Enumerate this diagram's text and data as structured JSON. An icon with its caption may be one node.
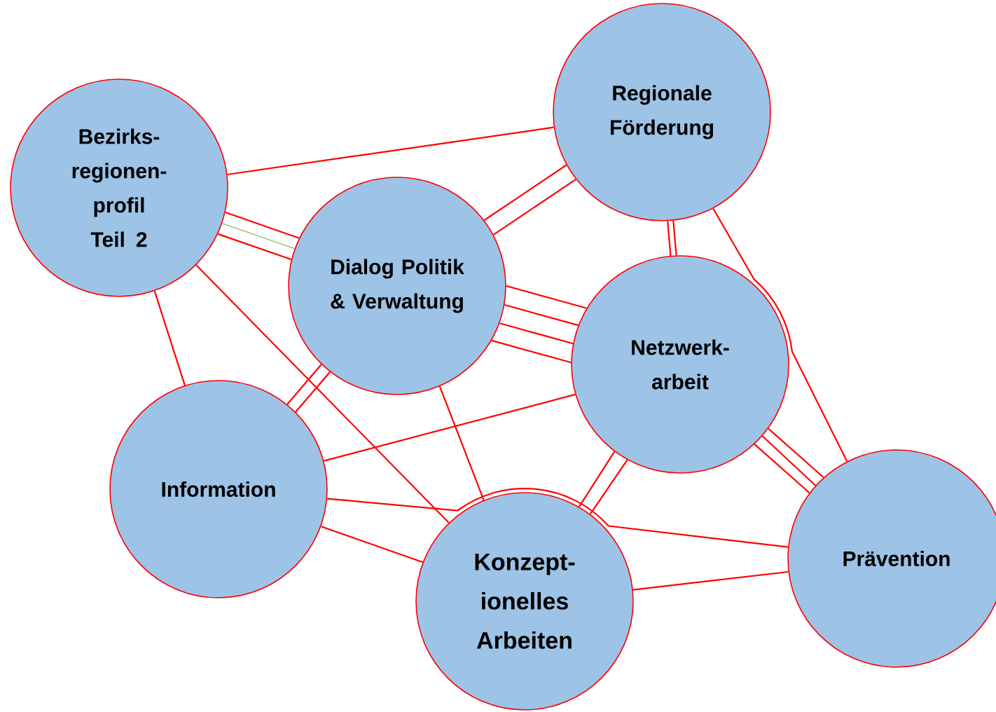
{
  "diagram": {
    "nodes": [
      {
        "text": [
          "Bezirks- regionen- profil Teil 2"
        ]
      },
      {
        "text": [
          "Regionale Förderung"
        ]
      },
      {
        "text": [
          "Dialog Politik & Verwaltung"
        ]
      },
      {
        "text": [
          "Netzwerk- arbeit"
        ]
      },
      {
        "text": [
          "Information"
        ]
      },
      {
        "text": [
          "Konzept- ionelles Arbeiten"
        ]
      },
      {
        "text": [
          "Prävention"
        ]
      }
    ],
    "edges": [
      {
        "from": 0,
        "to": 1,
        "arrow": "none"
      },
      {
        "from": 0,
        "to": 2,
        "arrow": "none"
      },
      {
        "from": 0,
        "to": 2,
        "arrow": "none",
        "color": "#70ad47"
      },
      {
        "from": 0,
        "to": 2,
        "arrow": "none"
      },
      {
        "from": 0,
        "to": 5,
        "arrow": "none"
      },
      {
        "from": 0,
        "to": 4,
        "arrow": "none"
      },
      {
        "from": 1,
        "to": 2,
        "arrow": "none"
      },
      {
        "from": 1,
        "to": 2,
        "arrow": "none"
      },
      {
        "from": 1,
        "to": 3,
        "arrow": "none"
      },
      {
        "from": 1,
        "to": 3,
        "arrow": "none"
      },
      {
        "from": 1,
        "to": 6,
        "arrow": "none"
      },
      {
        "from": 2,
        "to": 3,
        "arrow": "none"
      },
      {
        "from": 2,
        "to": 3,
        "arrow": "none"
      },
      {
        "from": 2,
        "to": 3,
        "arrow": "none"
      },
      {
        "from": 2,
        "to": 3,
        "arrow": "none"
      },
      {
        "from": 2,
        "to": 4,
        "arrow": "none"
      },
      {
        "from": 2,
        "to": 4,
        "arrow": "none"
      },
      {
        "from": 2,
        "to": 5,
        "arrow": "none"
      },
      {
        "from": 3,
        "to": 4,
        "arrow": "none"
      },
      {
        "from": 3,
        "to": 5,
        "arrow": "none"
      },
      {
        "from": 3,
        "to": 5,
        "arrow": "none"
      },
      {
        "from": 3,
        "to": 6,
        "arrow": "none"
      },
      {
        "from": 3,
        "to": 6,
        "arrow": "none"
      },
      {
        "from": 3,
        "to": 6,
        "arrow": "none"
      },
      {
        "from": 4,
        "to": 5,
        "arrow": "none"
      },
      {
        "from": 4,
        "to": 6,
        "arrow": "none"
      },
      {
        "from": 5,
        "to": 6,
        "arrow": "none"
      }
    ]
  }
}
